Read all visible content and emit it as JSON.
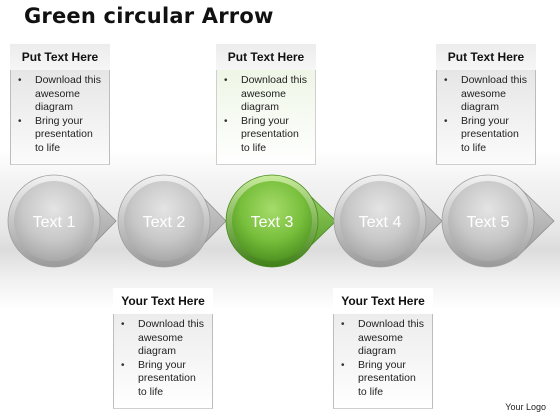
{
  "title": "Green circular Arrow",
  "steps": [
    {
      "label": "Text 1",
      "highlighted": false
    },
    {
      "label": "Text 2",
      "highlighted": false
    },
    {
      "label": "Text 3",
      "highlighted": true
    },
    {
      "label": "Text 4",
      "highlighted": false
    },
    {
      "label": "Text 5",
      "highlighted": false
    }
  ],
  "callouts": [
    {
      "heading": "Put Text Here",
      "bullets": [
        "Download this awesome diagram",
        "Bring your presentation to life"
      ]
    },
    {
      "heading": "Your Text Here",
      "bullets": [
        "Download this awesome diagram",
        "Bring your presentation to life"
      ]
    },
    {
      "heading": "Put Text Here",
      "bullets": [
        "Download this awesome diagram",
        "Bring your presentation to life"
      ]
    },
    {
      "heading": "Your Text Here",
      "bullets": [
        "Download this awesome diagram",
        "Bring your presentation to life"
      ]
    },
    {
      "heading": "Put Text Here",
      "bullets": [
        "Download this awesome diagram",
        "Bring your presentation to life"
      ]
    }
  ],
  "footer": {
    "logo_text": "Your Logo"
  },
  "colors": {
    "highlight": "#7dc142",
    "circle": "#c9c9c9",
    "arrow": "#b8b8b8"
  }
}
